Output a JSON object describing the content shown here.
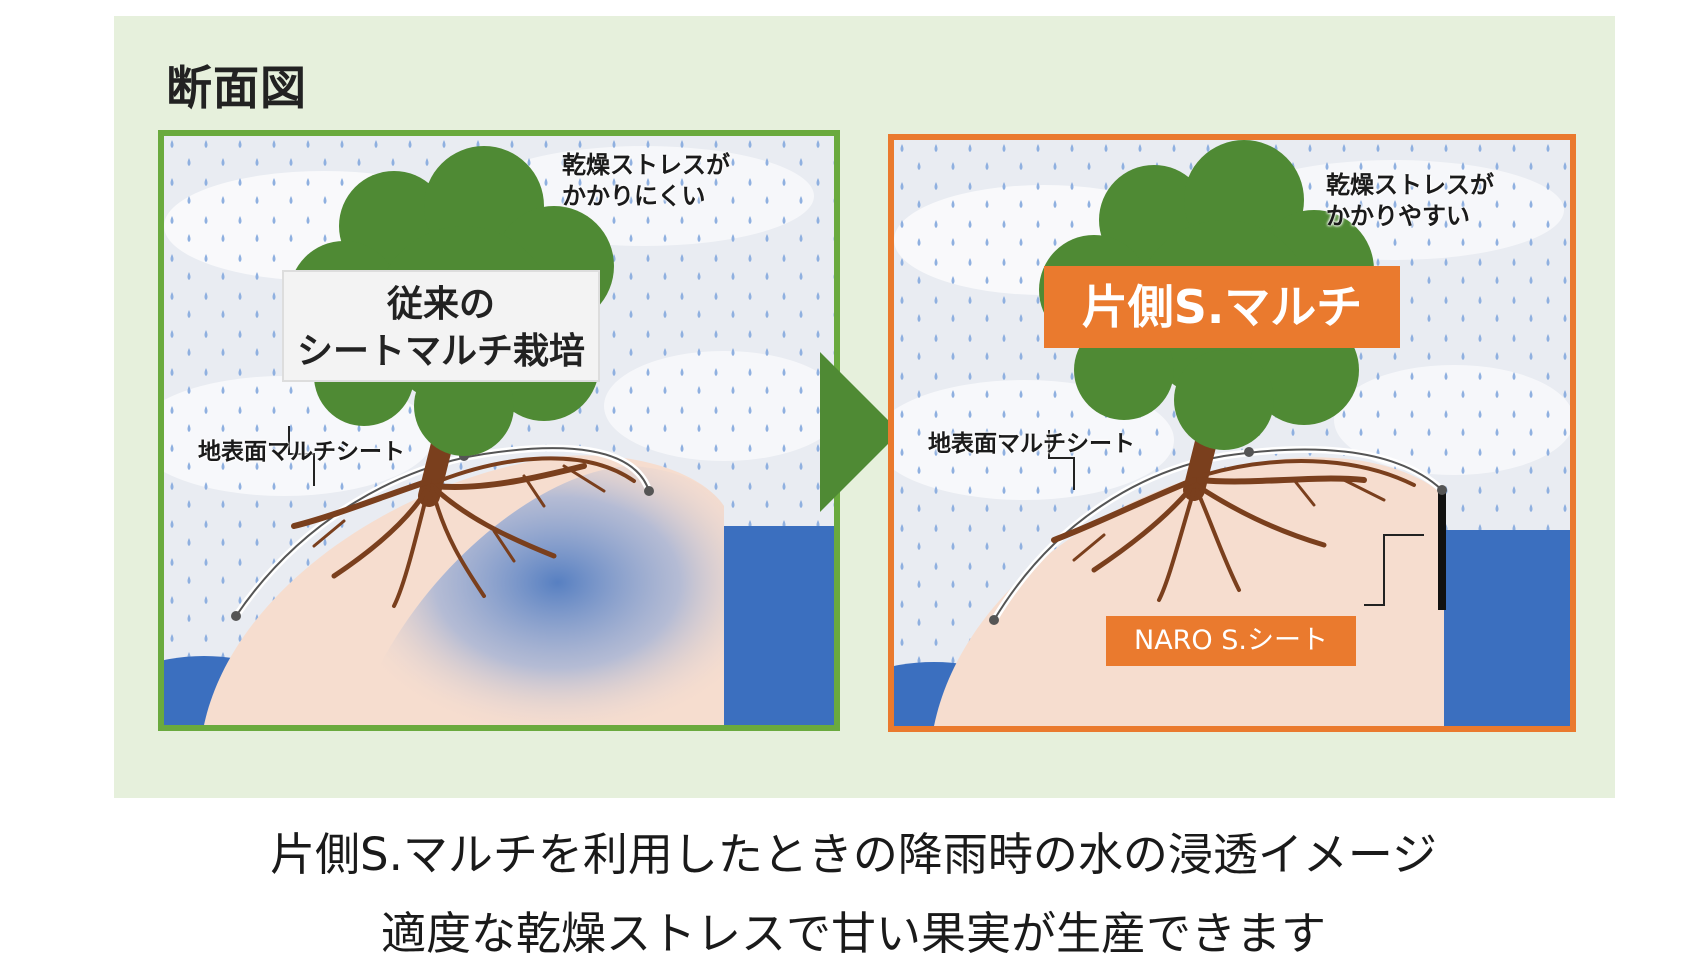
{
  "section_title": "断面図",
  "left_scene": {
    "title_line1": "従来の",
    "title_line2": "シートマルチ栽培",
    "stress_line1": "乾燥ストレスが",
    "stress_line2": "かかりにくい",
    "mulch_label": "地表面マルチシート"
  },
  "right_scene": {
    "title": "片側S.マルチ",
    "stress_line1": "乾燥ストレスが",
    "stress_line2": "かかりやすい",
    "mulch_label": "地表面マルチシート",
    "sheet_label": "NARO S.シート"
  },
  "caption": {
    "line1": "片側S.マルチを利用したときの降雨時の水の浸透イメージ",
    "line2": "適度な乾燥ストレスで甘い果実が生産できます"
  },
  "colors": {
    "panel_bg": "#e6f0dc",
    "left_border": "#6aaa3e",
    "right_border": "#ea7a2e",
    "foliage": "#4f8a34",
    "trunk": "#7a3f1d",
    "soil": "#f6ddcf",
    "water": "#3b6fbf"
  }
}
